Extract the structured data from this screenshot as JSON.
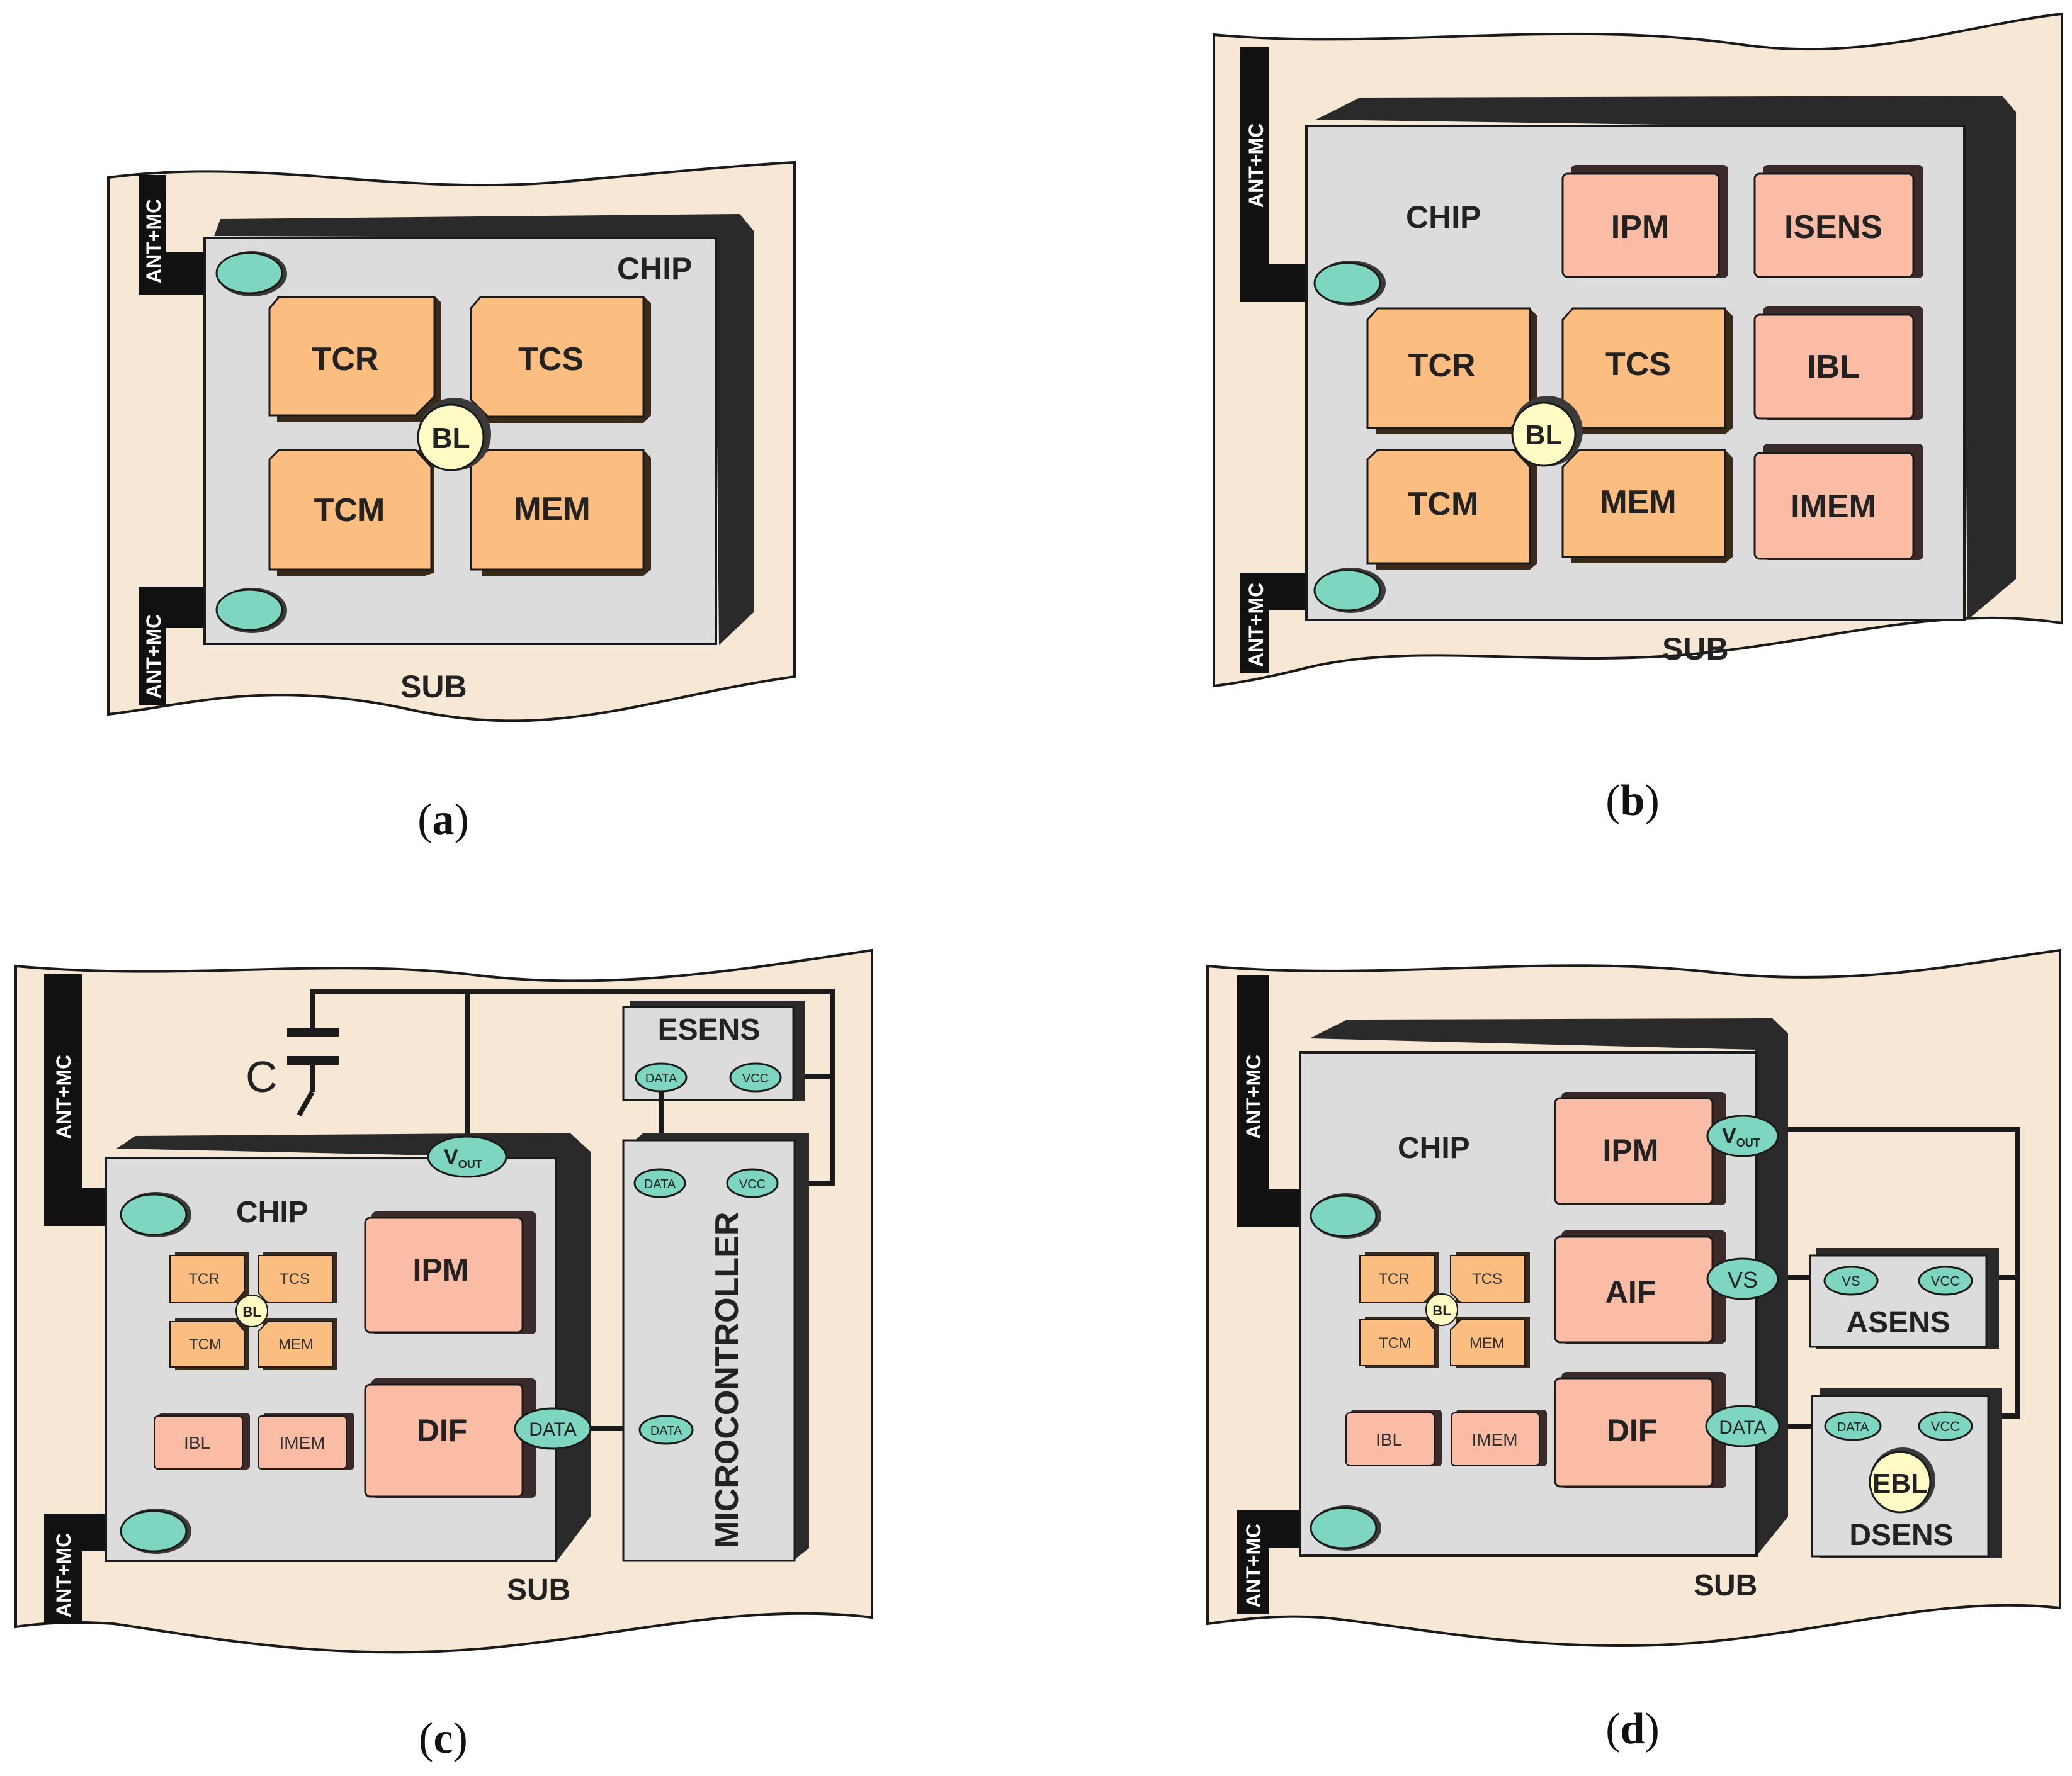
{
  "colors": {
    "substrate": "#f7e8d6",
    "chip": "#dcdcdc",
    "shadow": "#2a2a2a",
    "orange_block": "#fbbd80",
    "pink_block": "#fbbca6",
    "pad": "#7fd6c0",
    "bl": "#fefbc4",
    "stroke": "#1a1a1a"
  },
  "panels": {
    "a": {
      "caption": "a",
      "ant_top": "ANT+MC",
      "ant_bottom": "ANT+MC",
      "chip": "CHIP",
      "sub": "SUB",
      "blocks": {
        "tcr": "TCR",
        "tcs": "TCS",
        "tcm": "TCM",
        "mem": "MEM"
      },
      "bl": "BL"
    },
    "b": {
      "caption": "b",
      "ant_top": "ANT+MC",
      "ant_bottom": "ANT+MC",
      "chip": "CHIP",
      "sub": "SUB",
      "blocks": {
        "ipm": "IPM",
        "isens": "ISENS",
        "tcr": "TCR",
        "tcs": "TCS",
        "ibl": "IBL",
        "tcm": "TCM",
        "mem": "MEM",
        "imem": "IMEM"
      },
      "bl": "BL"
    },
    "c": {
      "caption": "c",
      "ant_top": "ANT+MC",
      "ant_bottom": "ANT+MC",
      "chip": "CHIP",
      "sub": "SUB",
      "capacitor": "C",
      "blocks": {
        "tcr": "TCR",
        "tcs": "TCS",
        "tcm": "TCM",
        "mem": "MEM",
        "ibl": "IBL",
        "imem": "IMEM",
        "ipm": "IPM",
        "dif": "DIF"
      },
      "bl": "BL",
      "pads": {
        "vout_main": "V",
        "vout_sub": "OUT",
        "dif_data": "DATA"
      },
      "esens": {
        "label": "ESENS",
        "data": "DATA",
        "vcc": "VCC"
      },
      "micro": {
        "label": "MICROCONTROLLER",
        "data_top": "DATA",
        "vcc": "VCC",
        "data_bottom": "DATA"
      }
    },
    "d": {
      "caption": "d",
      "ant_top": "ANT+MC",
      "ant_bottom": "ANT+MC",
      "chip": "CHIP",
      "sub": "SUB",
      "blocks": {
        "tcr": "TCR",
        "tcs": "TCS",
        "tcm": "TCM",
        "mem": "MEM",
        "ibl": "IBL",
        "imem": "IMEM",
        "ipm": "IPM",
        "aif": "AIF",
        "dif": "DIF"
      },
      "bl": "BL",
      "pads": {
        "vout_main": "V",
        "vout_sub": "OUT",
        "aif_vs": "VS",
        "dif_data": "DATA"
      },
      "asens": {
        "label": "ASENS",
        "vs": "VS",
        "vcc": "VCC"
      },
      "dsens": {
        "label": "DSENS",
        "data": "DATA",
        "vcc": "VCC",
        "ebl": "EBL"
      }
    }
  }
}
